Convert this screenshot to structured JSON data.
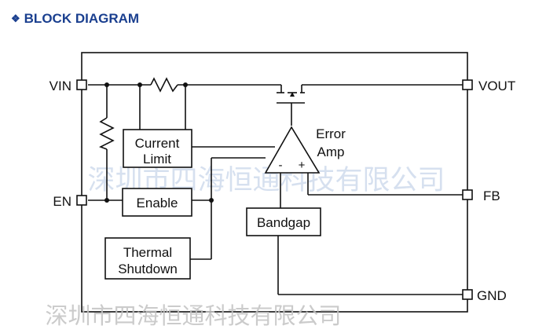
{
  "heading": {
    "bullet": "❖",
    "title": "BLOCK DIAGRAM"
  },
  "pins": {
    "vin": "VIN",
    "en": "EN",
    "vout": "VOUT",
    "fb": "FB",
    "gnd": "GND"
  },
  "blocks": {
    "current_limit_line1": "Current",
    "current_limit_line2": "Limit",
    "enable": "Enable",
    "thermal_line1": "Thermal",
    "thermal_line2": "Shutdown",
    "bandgap": "Bandgap"
  },
  "amplifier": {
    "label_line1": "Error",
    "label_line2": "Amp",
    "minus": "-",
    "plus": "+"
  },
  "watermark": {
    "text": "深圳市四海恒通科技有限公司",
    "color": "#b9c4d6"
  },
  "colors": {
    "heading": "#1a3f8f",
    "wire": "#111111"
  }
}
